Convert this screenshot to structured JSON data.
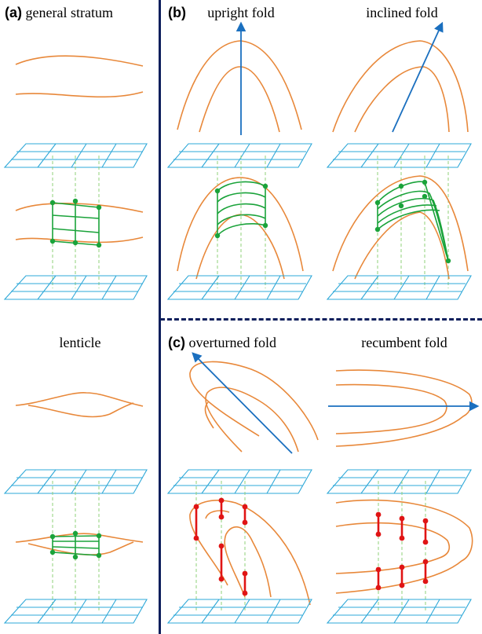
{
  "panels": {
    "a": {
      "letter": "(a)",
      "title": "general stratum"
    },
    "b": {
      "letter": "(b)",
      "title_left": "upright fold",
      "title_right": "inclined fold"
    },
    "c": {
      "letter": "(c)",
      "title_left": "overturned fold",
      "title_right": "recumbent fold"
    },
    "lenticle": {
      "title": "lenticle"
    }
  },
  "colors": {
    "stratum": "#e8883a",
    "grid": "#2ea8d8",
    "projection": "#8fd17a",
    "control_green": "#1aa33a",
    "control_red": "#e01414",
    "axis": "#1a6fbf",
    "divider": "#0d1f5c"
  }
}
